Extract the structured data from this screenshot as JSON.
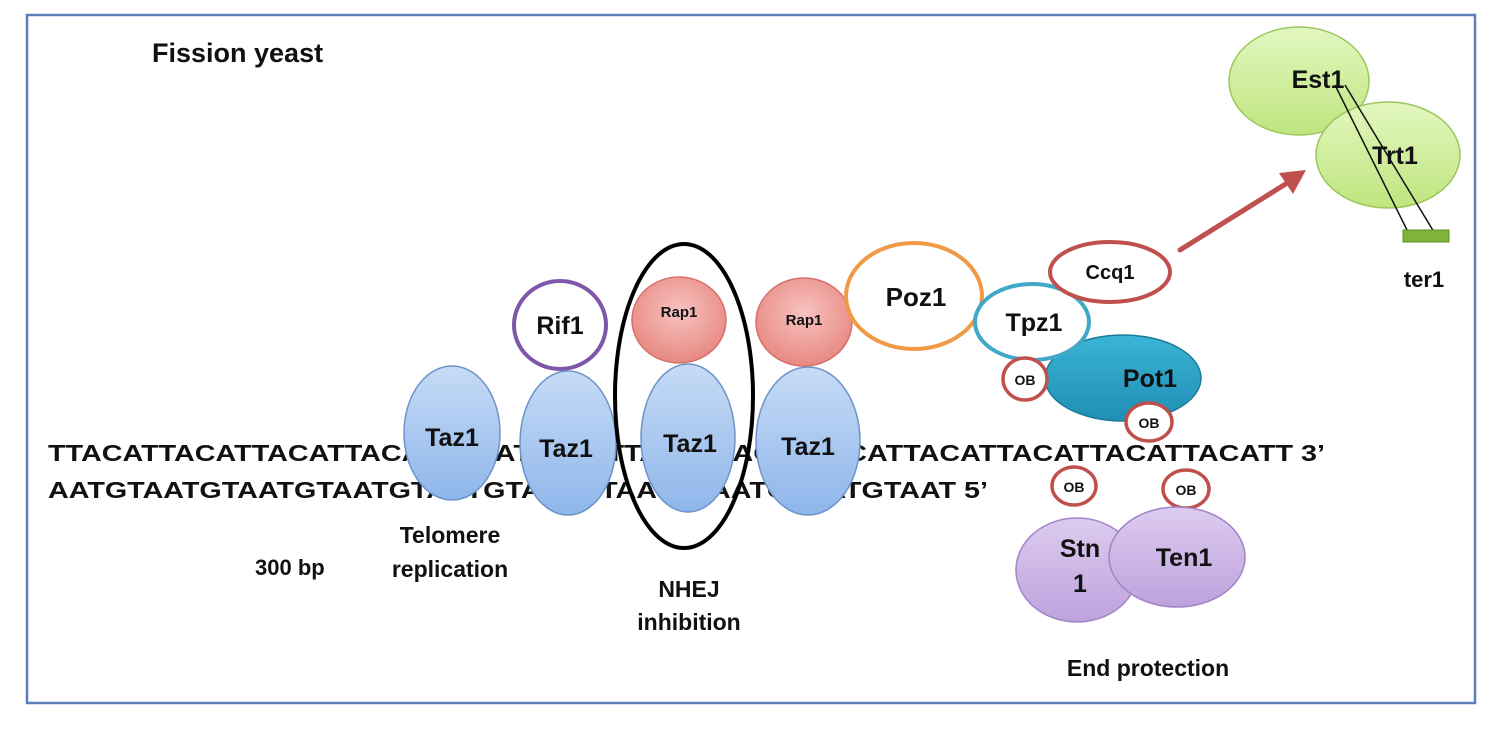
{
  "title": "Fission yeast",
  "dna": {
    "top_strand": "TTACATTACATTACATTACATTACATTACATTACATTACATTACATTACATTACATTACATTACATT 3’",
    "bottom_strand": "AATGTAATGTAATGTAATGTAATGTAATGTAATGTAATGTAATGTAAT  5’",
    "length": "300 bp"
  },
  "proteins": {
    "taz1": "Taz1",
    "rif1": "Rif1",
    "rap1": "Rap1",
    "poz1": "Poz1",
    "tpz1": "Tpz1",
    "ccq1": "Ccq1",
    "pot1": "Pot1",
    "ob": "OB",
    "stn1_line1": "Stn",
    "stn1_line2": "1",
    "ten1": "Ten1",
    "est1": "Est1",
    "trt1": "Trt1",
    "ter1": "ter1"
  },
  "functions": {
    "telomere_line1": "Telomere",
    "telomere_line2": "replication",
    "nhej_line1": "NHEJ",
    "nhej_line2": "inhibition",
    "end_protection": "End protection"
  },
  "colors": {
    "frame": "#5b7fb8",
    "taz1_fill": "#a9c8ef",
    "rap1_fill": "#ef9d99",
    "rif1_outline": "#7e57a8",
    "poz1_outline": "#f09a46",
    "tpz1_outline": "#41a8c8",
    "red_outline": "#c0504d",
    "pot1_fill": "#2da3c6",
    "stn_ten_fill": "#cfb7e6",
    "est_trt_fill": "#cdee96",
    "ter1_fill": "#7fb33a"
  }
}
